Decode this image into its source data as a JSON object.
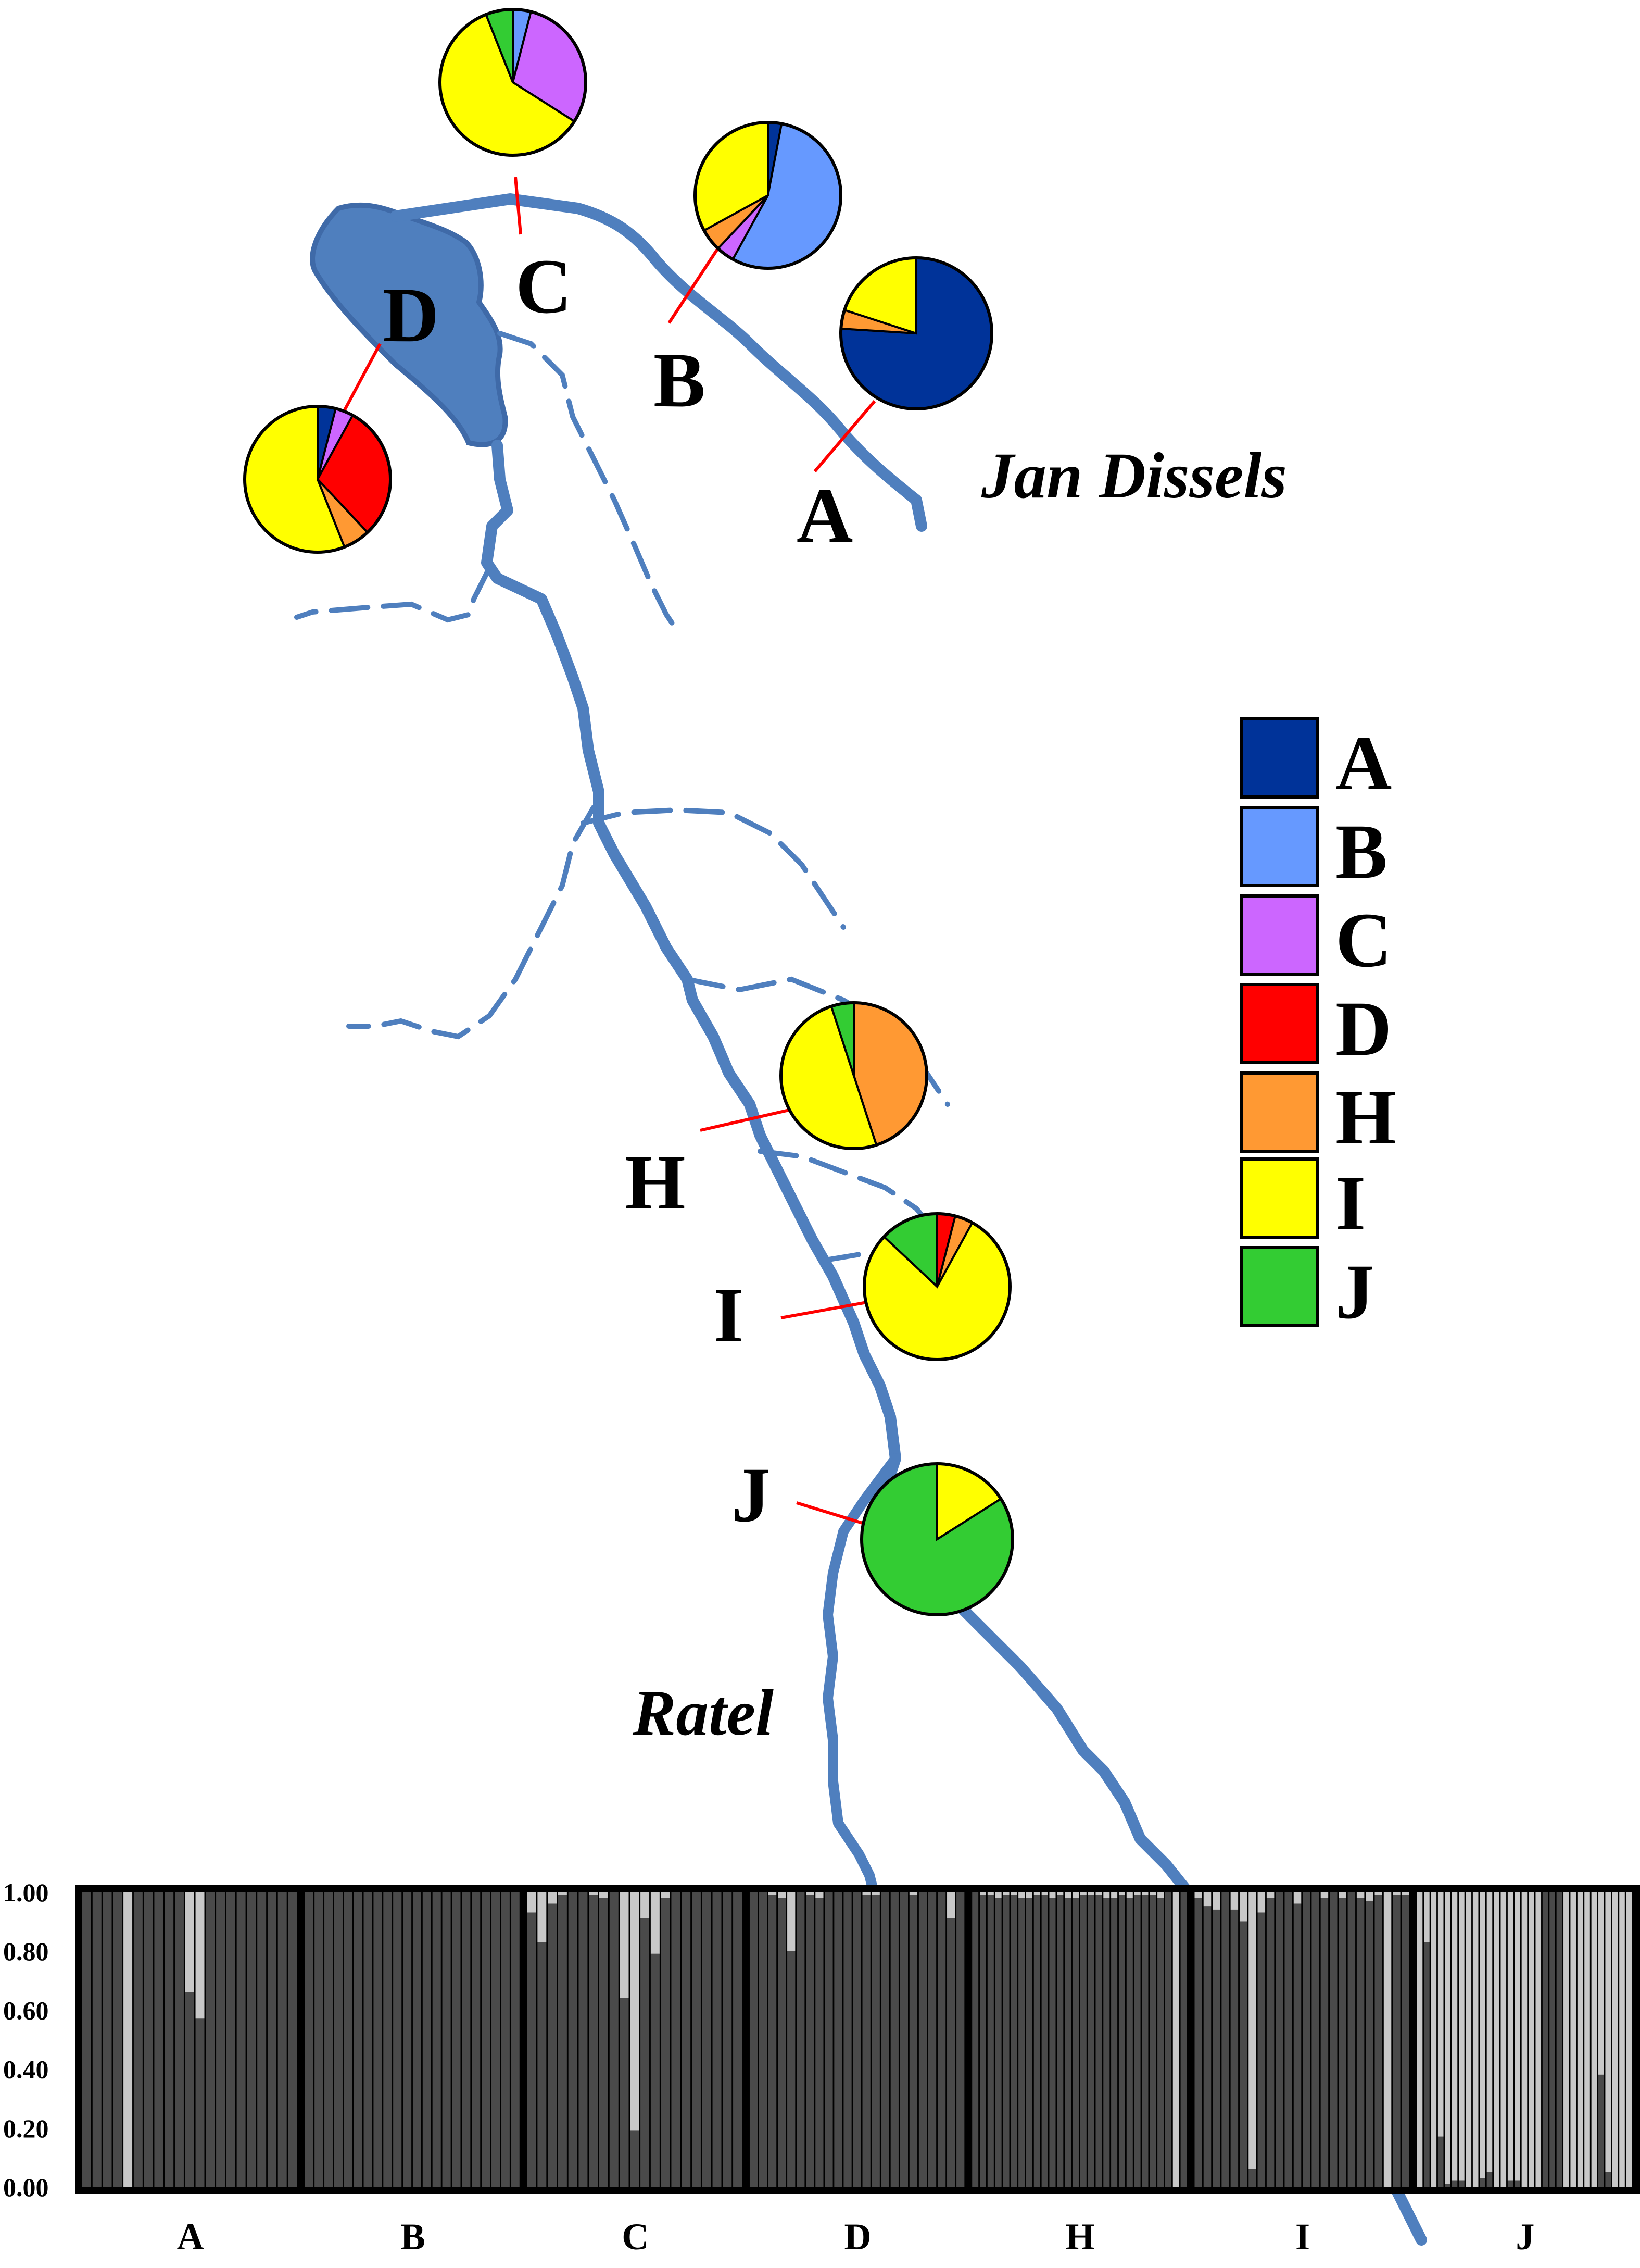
{
  "clusters": [
    {
      "key": "A",
      "label": "A",
      "color": "#003399"
    },
    {
      "key": "B",
      "label": "B",
      "color": "#6699ff"
    },
    {
      "key": "C",
      "label": "C",
      "color": "#cc66ff"
    },
    {
      "key": "D",
      "label": "D",
      "color": "#ff0000"
    },
    {
      "key": "H",
      "label": "H",
      "color": "#ff9933"
    },
    {
      "key": "I",
      "label": "I",
      "color": "#ffff00"
    },
    {
      "key": "J",
      "label": "J",
      "color": "#33cc33"
    }
  ],
  "river_labels": {
    "jan_dissels": "Jan Dissels",
    "ratel": "Ratel"
  },
  "sites": [
    {
      "id": "A",
      "label": "A",
      "composition": {
        "A": 0.76,
        "H": 0.04,
        "I": 0.2
      }
    },
    {
      "id": "B",
      "label": "B",
      "composition": {
        "A": 0.03,
        "B": 0.55,
        "C": 0.04,
        "H": 0.05,
        "I": 0.33
      }
    },
    {
      "id": "C",
      "label": "C",
      "composition": {
        "B": 0.04,
        "C": 0.3,
        "I": 0.6,
        "J": 0.06
      }
    },
    {
      "id": "D",
      "label": "D",
      "composition": {
        "A": 0.04,
        "C": 0.04,
        "D": 0.3,
        "H": 0.06,
        "I": 0.56
      }
    },
    {
      "id": "H",
      "label": "H",
      "composition": {
        "H": 0.45,
        "I": 0.5,
        "J": 0.05
      }
    },
    {
      "id": "I",
      "label": "I",
      "composition": {
        "D": 0.04,
        "H": 0.04,
        "I": 0.79,
        "J": 0.13
      }
    },
    {
      "id": "J",
      "label": "J",
      "composition": {
        "I": 0.16,
        "J": 0.84
      }
    }
  ],
  "chart_data": {
    "type": "bar",
    "subtype": "stacked-admixture",
    "y_ticks": [
      "1.00",
      "0.80",
      "0.60",
      "0.40",
      "0.20",
      "0.00"
    ],
    "ylim": [
      0,
      1
    ],
    "colors": {
      "cluster_1": "#4a4a4a",
      "cluster_2": "#c8c8c8"
    },
    "groups": [
      {
        "label": "A",
        "values": [
          1,
          1,
          1,
          1,
          0,
          1,
          1,
          1,
          1,
          1,
          0.66,
          0.57,
          1,
          1,
          1,
          1,
          1,
          1,
          1,
          1,
          1
        ]
      },
      {
        "label": "B",
        "values": [
          1,
          1,
          1,
          1,
          1,
          1,
          1,
          1,
          1,
          1,
          1,
          1,
          1,
          1,
          1,
          1,
          1,
          1,
          1,
          1,
          1,
          1
        ]
      },
      {
        "label": "C",
        "values": [
          0.93,
          0.83,
          0.96,
          0.99,
          1,
          1,
          0.99,
          0.98,
          1,
          0.64,
          0.19,
          0.91,
          0.79,
          0.98,
          1,
          1,
          1,
          1,
          1,
          1,
          1
        ]
      },
      {
        "label": "D",
        "values": [
          1,
          1,
          0.99,
          0.98,
          0.8,
          1,
          0.99,
          0.98,
          1,
          1,
          1,
          1,
          0.99,
          0.99,
          1,
          1,
          1,
          0.99,
          1,
          1,
          1,
          0.91,
          1
        ]
      },
      {
        "label": "H",
        "values": [
          1,
          0.99,
          0.99,
          0.98,
          0.99,
          0.99,
          0.98,
          0.98,
          0.99,
          0.99,
          0.98,
          0.99,
          0.98,
          0.98,
          0.99,
          0.99,
          0.99,
          0.98,
          0.98,
          0.99,
          0.98,
          0.99,
          0.99,
          0.99,
          0.98,
          1,
          0,
          1
        ]
      },
      {
        "label": "I",
        "values": [
          0.98,
          0.95,
          0.94,
          1,
          0.94,
          0.9,
          0.06,
          0.93,
          0.98,
          1,
          1,
          0.96,
          1,
          1,
          0.98,
          1,
          0.98,
          1,
          0.98,
          0.97,
          0.99,
          0,
          0.99,
          0.99
        ]
      },
      {
        "label": "J",
        "values": [
          0,
          0.83,
          0,
          0.17,
          0.01,
          0.02,
          0.02,
          0,
          0,
          0.03,
          0.05,
          0,
          0,
          0.02,
          0.02,
          0,
          0,
          0,
          1,
          1,
          1,
          0,
          0,
          0,
          0,
          0,
          0.38,
          0.05,
          0,
          0,
          0
        ]
      }
    ]
  }
}
